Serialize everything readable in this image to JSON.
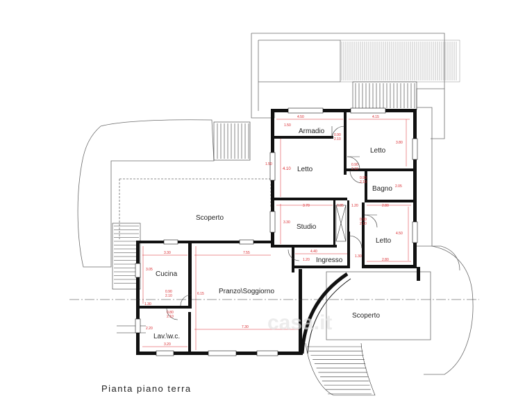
{
  "caption": "Pianta piano terra",
  "watermark": "casa.it",
  "colors": {
    "wall": "#111111",
    "dimension": "#d9262b",
    "outline": "#6a6a6a",
    "background": "#ffffff"
  },
  "rooms": {
    "armadio": "Armadio",
    "letto_top_right": "Letto",
    "letto_center": "Letto",
    "bagno": "Bagno",
    "scoperto_left": "Scoperto",
    "studio": "Studio",
    "letto_bottom_right": "Letto",
    "ingresso": "Ingresso",
    "cucina": "Cucina",
    "pranzo_soggiorno": "Pranzo\\Soggiorno",
    "lav_wc": "Lav.\\w.c.",
    "scoperto_right": "Scoperto"
  },
  "dimensions": {
    "armadio_w": "4.50",
    "letto_tr_w": "4.15",
    "armadio_h": "1.50",
    "letto_c_h": "4.10",
    "letto_c_side": "1.50",
    "letto_tr_h": "3.80",
    "door_a": "0.90",
    "door_a2": "2.10",
    "door_b": "0.90",
    "door_b2": "2.10",
    "door_c": "0.90",
    "door_c2": "2.10",
    "bagno_h": "2.05",
    "studio_w": "3.70",
    "corr_w": "0.85",
    "corr_w2": "1.20",
    "letto_br_w": "2.80",
    "studio_h": "3.30",
    "letto_br_h": "4.50",
    "letto_br_w2": "2.80",
    "door_d": "0.90",
    "door_d2": "2.10",
    "ingresso_w": "4.40",
    "ingresso_h": "1.20",
    "ingresso_h2": "1.30",
    "cucina_w": "3.30",
    "pranzo_w_top": "7.55",
    "cucina_h": "3.05",
    "pranzo_h": "6.15",
    "pranzo_w": "7.30",
    "cucina_small": "1.30",
    "lav_h": "2.20",
    "lav_w": "3.20",
    "door_e": "0.90",
    "door_e2": "2.10",
    "door_f": "0.80",
    "door_f2": "2.10"
  }
}
